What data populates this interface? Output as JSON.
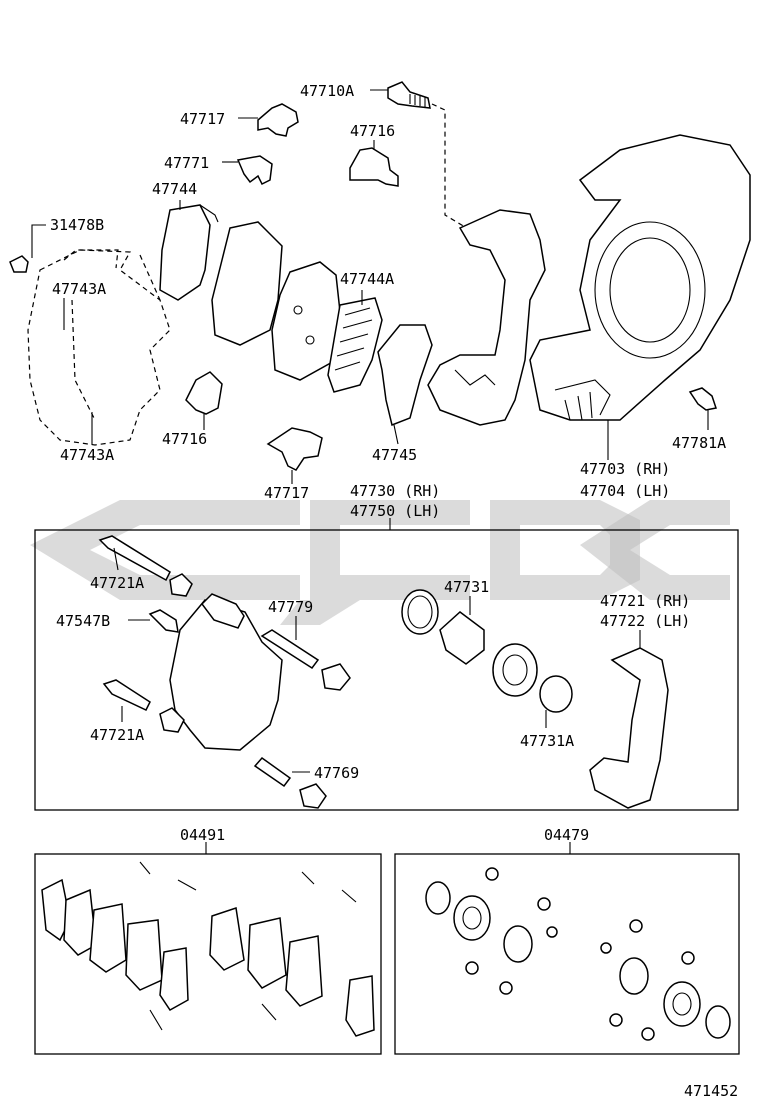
{
  "diagram_id": "471452",
  "callouts": {
    "p47710A": "47710A",
    "p47717_top": "47717",
    "p47716_top": "47716",
    "p47771": "47771",
    "p47744": "47744",
    "p31478B": "31478B",
    "p47743A_top": "47743A",
    "p47744A": "47744A",
    "p47716_bot": "47716",
    "p47743A_bot": "47743A",
    "p47745": "47745",
    "p47717_bot": "47717",
    "p47781A": "47781A",
    "p47703": "47703 (RH)",
    "p47704": "47704 (LH)",
    "p47730": "47730 (RH)",
    "p47750": "47750 (LH)",
    "p47721A_top": "47721A",
    "p47547B": "47547B",
    "p47779": "47779",
    "p47731": "47731",
    "p47721": "47721 (RH)",
    "p47722": "47722 (LH)",
    "p47721A_bot": "47721A",
    "p47731A": "47731A",
    "p47769": "47769",
    "p04491": "04491",
    "p04479": "04479"
  }
}
